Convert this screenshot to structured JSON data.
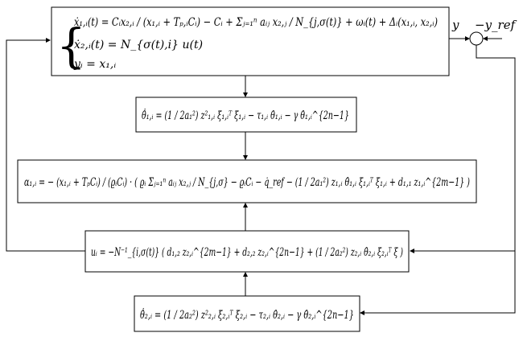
{
  "plant": {
    "eq1": "ẋ₁,ᵢ(t) = Cᵢx₂,ᵢ / (x₁,ᵢ + Tₚ,ᵢCᵢ) − Cᵢ + Σⱼ₌₁ⁿ aᵢⱼ x₂,ⱼ / N_{j,σ(t)} + ωᵢ(t) + Δᵢ(x₁,ᵢ, x₂,ᵢ)",
    "eq2": "ẋ₂,ᵢ(t) = N_{σ(t),i} u(t)",
    "eq3": "yᵢ = x₁,ᵢ"
  },
  "signals": {
    "output": "y",
    "reference": "−y_ref"
  },
  "theta1_law": "θ̂̇₁,ᵢ = (1 / 2a₁²) z²₁,ᵢ ξ₁,ᵢᵀ ξ₁,ᵢ − τ₁,ᵢ θ̂₁,ᵢ − γ θ̂₁,ᵢ^{2n−1}",
  "alpha_law": "α₁,ᵢ = − (x₁,ᵢ + TₚCᵢ) / (ϱᵢCᵢ) · ( ϱᵢ Σⱼ₌₁ⁿ aᵢⱼ x₂,ⱼ / N_{j,σ} − ϱᵢCᵢ − q̇_ref − (1 / 2a₁²) z₁,ᵢ θ̂₁,ᵢ ξ₁,ᵢᵀ ξ₁,ᵢ + d₁,₁ z₁,ᵢ^{2m−1} )",
  "control_law": "uᵢ = −N⁻¹_{i,σ(t)} ( d₁,₂ z₂,ᵢ^{2m−1} + d₂,₂ z₂,ᵢ^{2n−1} + (1 / 2a₂²) z₂,ᵢ θ̂₂,ᵢ ξ₂,ᵢᵀ ξ )",
  "theta2_law": "θ̂̇₂,ᵢ = (1 / 2a₂²) z²₂,ᵢ ξ₂,ᵢᵀ ξ₂,ᵢ − τ₂,ᵢ θ̂₂,ᵢ − γ θ̂₂,ᵢ^{2n−1}"
}
